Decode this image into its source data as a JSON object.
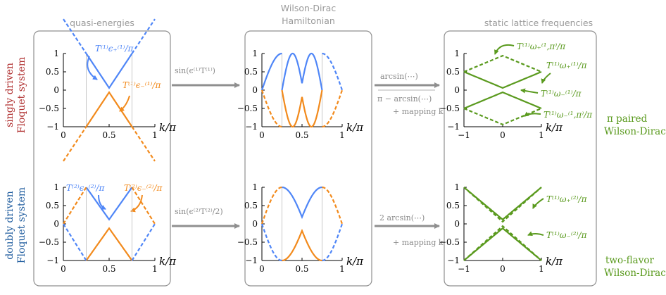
{
  "headers": {
    "left": "quasi-energies",
    "mid_line1": "Wilson-Dirac",
    "mid_line2": "Hamiltonian",
    "right": "static lattice frequencies"
  },
  "side_labels": {
    "top_line1": "singly driven",
    "top_line2": "Floquet system",
    "bottom_line1": "doubly driven",
    "bottom_line2": "Floquet system"
  },
  "right_labels": {
    "top_line1": "π paired",
    "top_line2": "Wilson-Dirac",
    "bottom_line1": "two-flavor",
    "bottom_line2": "Wilson-Dirac"
  },
  "operations": {
    "top_left": "sin(ϵ⁽¹⁾T⁽¹⁾)",
    "top_right_1": "arcsin(⋯)",
    "top_right_2": "π − arcsin(⋯)",
    "top_right_3": "+ mapping k",
    "bottom_left": "sin(ϵ⁽²⁾T⁽²⁾/2)",
    "bottom_right_1": "2 arcsin(⋯)",
    "bottom_right_2": "+ mapping k"
  },
  "curve_labels": {
    "tl_plus": "T⁽¹⁾ϵ₊⁽¹⁾/π",
    "tl_minus": "T⁽¹⁾ϵ₋⁽¹⁾/π",
    "bl_plus": "T⁽²⁾ϵ₊⁽²⁾/π",
    "bl_minus": "T⁽²⁾ϵ₋⁽²⁾/π",
    "tr_1": "T⁽¹⁾ω₊⁽¹,π⁾/π",
    "tr_2": "T⁽¹⁾ω₊⁽¹⁾/π",
    "tr_3": "T⁽¹⁾ω₋⁽¹⁾/π",
    "tr_4": "T⁽¹⁾ω₋⁽¹,π⁾/π",
    "br_1": "T⁽¹⁾ω₊⁽²⁾/π",
    "br_2": "T⁽¹⁾ω₋⁽²⁾/π"
  },
  "axes": {
    "xlabel": "k/π",
    "left_xticks": [
      "0",
      "0.5",
      "1"
    ],
    "mid_xticks": [
      "0",
      "0.5",
      "1"
    ],
    "right_xticks": [
      "−1",
      "0",
      "1"
    ],
    "yticks": [
      "1",
      "0.5",
      "0",
      "−0.5",
      "−1"
    ]
  },
  "colors": {
    "blue": "#4f86f7",
    "orange": "#f28a1c",
    "green": "#5a9a1e",
    "red": "#b03030",
    "navy": "#1f5c9e",
    "gray": "#9a9a9a"
  }
}
